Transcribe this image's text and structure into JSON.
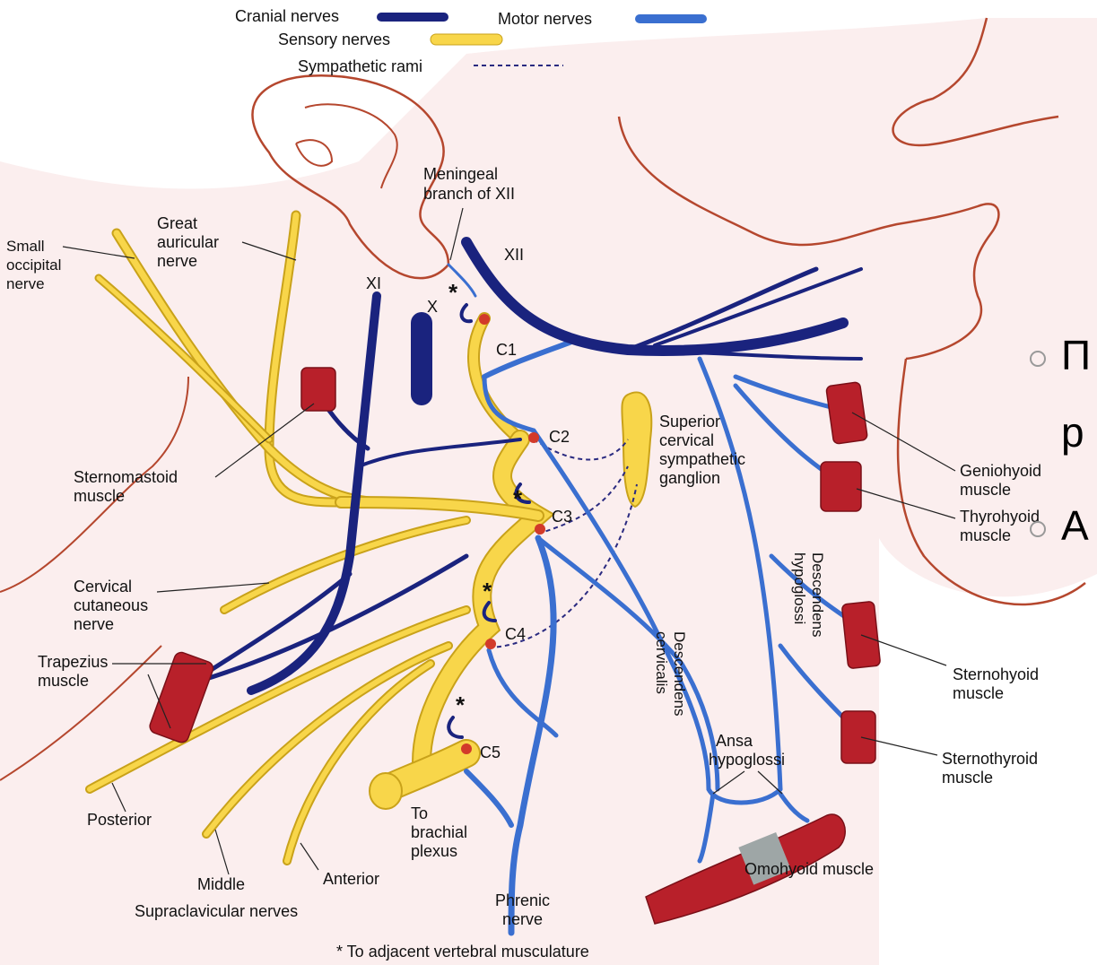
{
  "legend": {
    "cranial": "Cranial nerves",
    "motor": "Motor nerves",
    "sensory": "Sensory nerves",
    "sympathetic": "Sympathetic rami"
  },
  "labels": {
    "meningeal_1": "Meningeal",
    "meningeal_2": "branch of XII",
    "xii": "XII",
    "xi": "XI",
    "x": "X",
    "c1": "C1",
    "c2": "C2",
    "c3": "C3",
    "c4": "C4",
    "c5": "C5",
    "star": "*",
    "small_occ_1": "Small",
    "small_occ_2": "occipital",
    "small_occ_3": "nerve",
    "great_aur_1": "Great",
    "great_aur_2": "auricular",
    "great_aur_3": "nerve",
    "sternomastoid_1": "Sternomastoid",
    "sternomastoid_2": "muscle",
    "cervical_cut_1": "Cervical",
    "cervical_cut_2": "cutaneous",
    "cervical_cut_3": "nerve",
    "trapezius_1": "Trapezius",
    "trapezius_2": "muscle",
    "posterior": "Posterior",
    "middle": "Middle",
    "anterior": "Anterior",
    "supraclav": "Supraclavicular nerves",
    "superior_1": "Superior",
    "superior_2": "cervical",
    "superior_3": "sympathetic",
    "superior_4": "ganglion",
    "desc_cerv_1": "Descendens",
    "desc_cerv_2": "cervicalis",
    "desc_hyp_1": "Descendens",
    "desc_hyp_2": "hypoglossi",
    "ansa_1": "Ansa",
    "ansa_2": "hypoglossi",
    "to_brachial_1": "To",
    "to_brachial_2": "brachial",
    "to_brachial_3": "plexus",
    "phrenic_1": "Phrenic",
    "phrenic_2": "nerve",
    "geniohyoid_1": "Geniohyoid",
    "geniohyoid_2": "muscle",
    "thyrohyoid_1": "Thyrohyoid",
    "thyrohyoid_2": "muscle",
    "sternohyoid_1": "Sternohyoid",
    "sternohyoid_2": "muscle",
    "sternothyroid_1": "Sternothyroid",
    "sternothyroid_2": "muscle",
    "omohyoid": "Omohyoid muscle",
    "footnote": "* To adjacent vertebral musculature"
  },
  "overlay": {
    "text_1": "П",
    "text_2": "р",
    "text_3": "А"
  },
  "colors": {
    "cranial": "#1a237e",
    "motor": "#3a6fd0",
    "sensory": "#f8d64a",
    "sensory_edge": "#c9a21a",
    "muscle": "#b8202a",
    "skin": "#fbeeee",
    "outline": "#b5472e"
  }
}
